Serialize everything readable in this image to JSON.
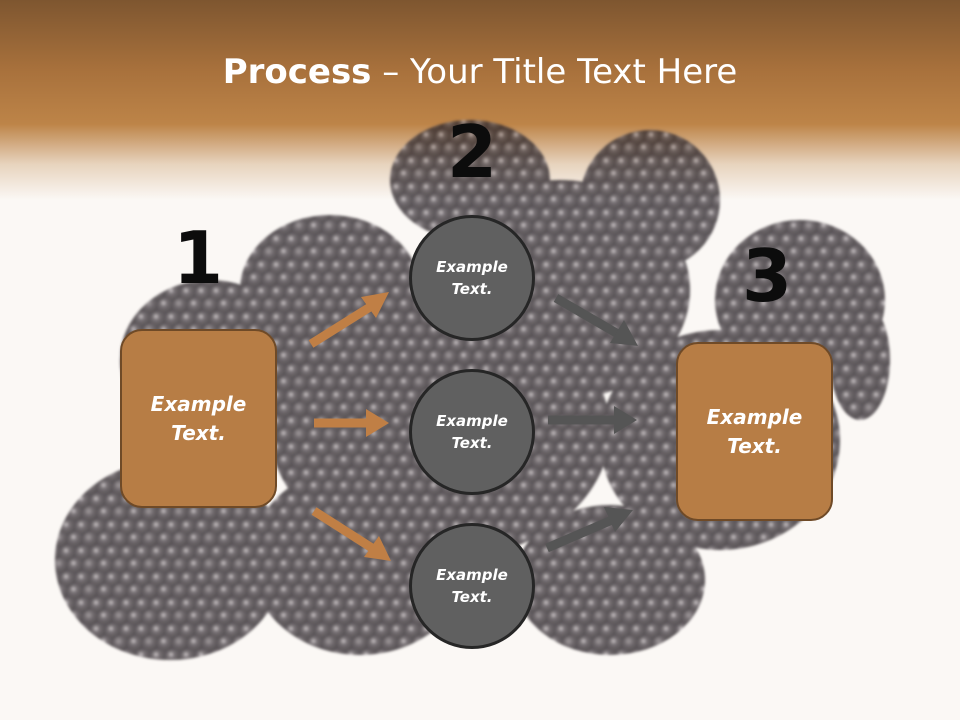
{
  "title": {
    "bold": "Process",
    "rest": " – Your Title Text Here"
  },
  "steps": [
    "1",
    "2",
    "3"
  ],
  "boxes": [
    {
      "line1": "Example",
      "line2": "Text."
    },
    {
      "line1": "Example",
      "line2": "Text."
    }
  ],
  "circles": [
    {
      "line1": "Example",
      "line2": "Text."
    },
    {
      "line1": "Example",
      "line2": "Text."
    },
    {
      "line1": "Example",
      "line2": "Text."
    }
  ],
  "colors": {
    "box": "#b77d45",
    "circle": "#606060",
    "arrow_orange": "#c07f45",
    "arrow_gray": "#555555"
  }
}
